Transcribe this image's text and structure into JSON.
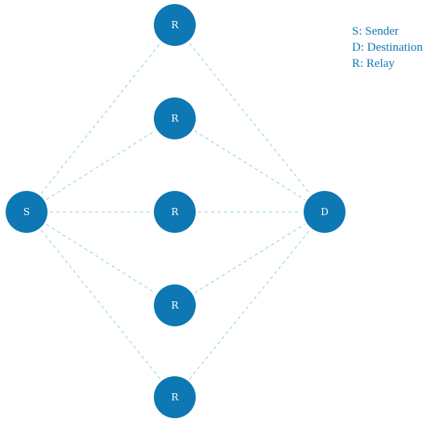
{
  "colors": {
    "node_fill": "#0d78b3",
    "node_text": "#ffffff",
    "edge": "#8fd0e6",
    "legend_text": "#0d78b3"
  },
  "nodes": [
    {
      "id": "S",
      "label": "S",
      "role": "sender"
    },
    {
      "id": "R1",
      "label": "R",
      "role": "relay"
    },
    {
      "id": "R2",
      "label": "R",
      "role": "relay"
    },
    {
      "id": "R3",
      "label": "R",
      "role": "relay"
    },
    {
      "id": "R4",
      "label": "R",
      "role": "relay"
    },
    {
      "id": "R5",
      "label": "R",
      "role": "relay"
    },
    {
      "id": "D",
      "label": "D",
      "role": "destination"
    }
  ],
  "edges": [
    [
      "S",
      "R1"
    ],
    [
      "S",
      "R2"
    ],
    [
      "S",
      "R3"
    ],
    [
      "S",
      "R4"
    ],
    [
      "S",
      "R5"
    ],
    [
      "R1",
      "D"
    ],
    [
      "R2",
      "D"
    ],
    [
      "R3",
      "D"
    ],
    [
      "R4",
      "D"
    ],
    [
      "R5",
      "D"
    ]
  ],
  "legend": {
    "sender": "S: Sender",
    "destination": "D: Destination",
    "relay": "R: Relay"
  }
}
